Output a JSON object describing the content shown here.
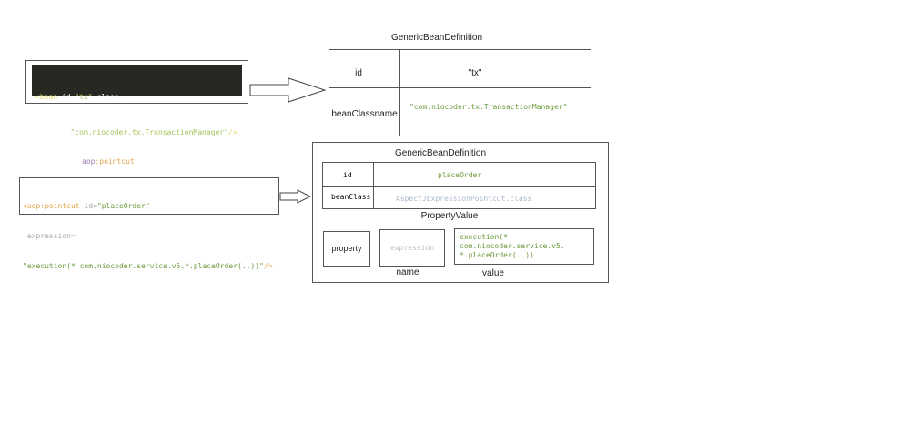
{
  "bean_code": {
    "line1_tag": "<bean",
    "line1_attr": " id=",
    "line1_val": "\"tx\"",
    "line1_attr2": " class=",
    "line2": "\"com.niocoder.tx.TransactionManager\"",
    "line2_end": "/>"
  },
  "bean_def": {
    "title": "GenericBeanDefinition",
    "rows": [
      {
        "key": "id",
        "value": "\"tx\""
      },
      {
        "key": "beanClassname",
        "value": "\"com.niocoder.tx.TransactionManager\""
      }
    ]
  },
  "pointcut_label": {
    "prefix": "aop",
    "suffix": ":pointcut"
  },
  "pointcut_code": {
    "open": "<aop",
    "tag": ":pointcut",
    "attr": " id=",
    "id_val": "\"placeOrder\"",
    "expr_attr": "expression=",
    "expr_val": "\"execution(* com.niocoder.service.v5.*.placeOrder(..))\"",
    "end": "/>"
  },
  "pointcut_def": {
    "title": "GenericBeanDefinition",
    "rows": [
      {
        "key": "id",
        "value": "placeOrder"
      },
      {
        "key": "beanClass",
        "value": "AspectJExpressionPointcut.class"
      }
    ],
    "property_value_title": "PropertyValue",
    "property_label": "property",
    "name_value": "expression",
    "value_lines": [
      "execution(*",
      "com.niocoder.service.v5.",
      "*.placeOrder(..))"
    ],
    "name_caption": "name",
    "value_caption": "value"
  },
  "colors": {
    "code_bg": "#272822",
    "code_green": "#a6c35a",
    "code_text": "#f8f8f2",
    "light_green": "#6a9a3a",
    "purple": "#9b7bb0",
    "orange": "#e5a54a"
  }
}
